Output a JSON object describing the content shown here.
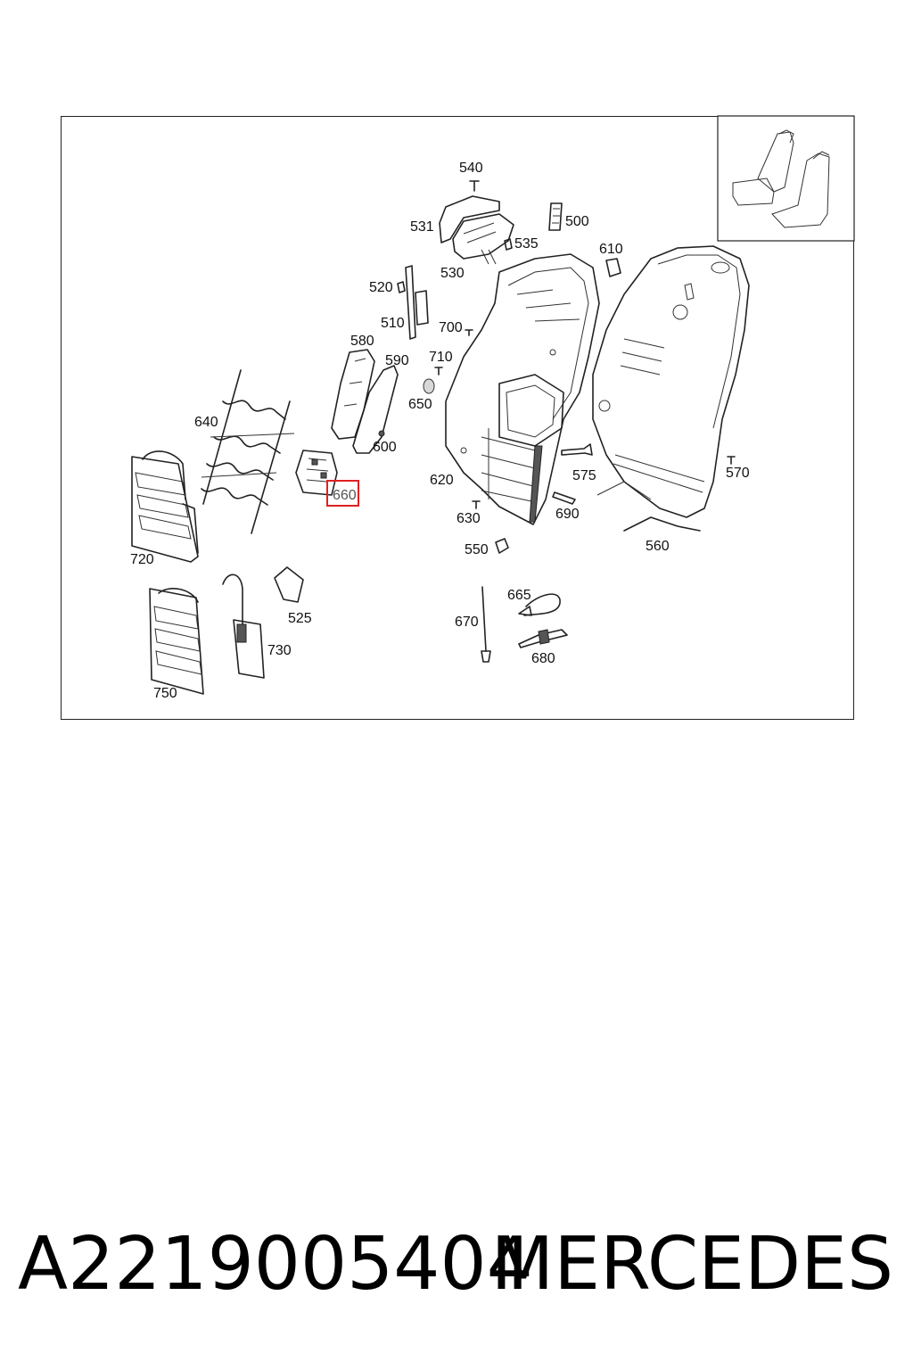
{
  "diagram": {
    "labels": {
      "l500": "500",
      "l510": "510",
      "l520": "520",
      "l525": "525",
      "l530": "530",
      "l531": "531",
      "l535": "535",
      "l540": "540",
      "l550": "550",
      "l560": "560",
      "l570": "570",
      "l575": "575",
      "l580": "580",
      "l590": "590",
      "l600": "600",
      "l610": "610",
      "l620": "620",
      "l630": "630",
      "l640": "640",
      "l650": "650",
      "l660": "660",
      "l665": "665",
      "l670": "670",
      "l680": "680",
      "l690": "690",
      "l700": "700",
      "l710": "710",
      "l720": "720",
      "l730": "730",
      "l750": "750"
    },
    "highlighted_label": "660",
    "highlight_color": "#e02020"
  },
  "footer": {
    "part_number": "A2219005404",
    "brand": "MERCEDES"
  }
}
